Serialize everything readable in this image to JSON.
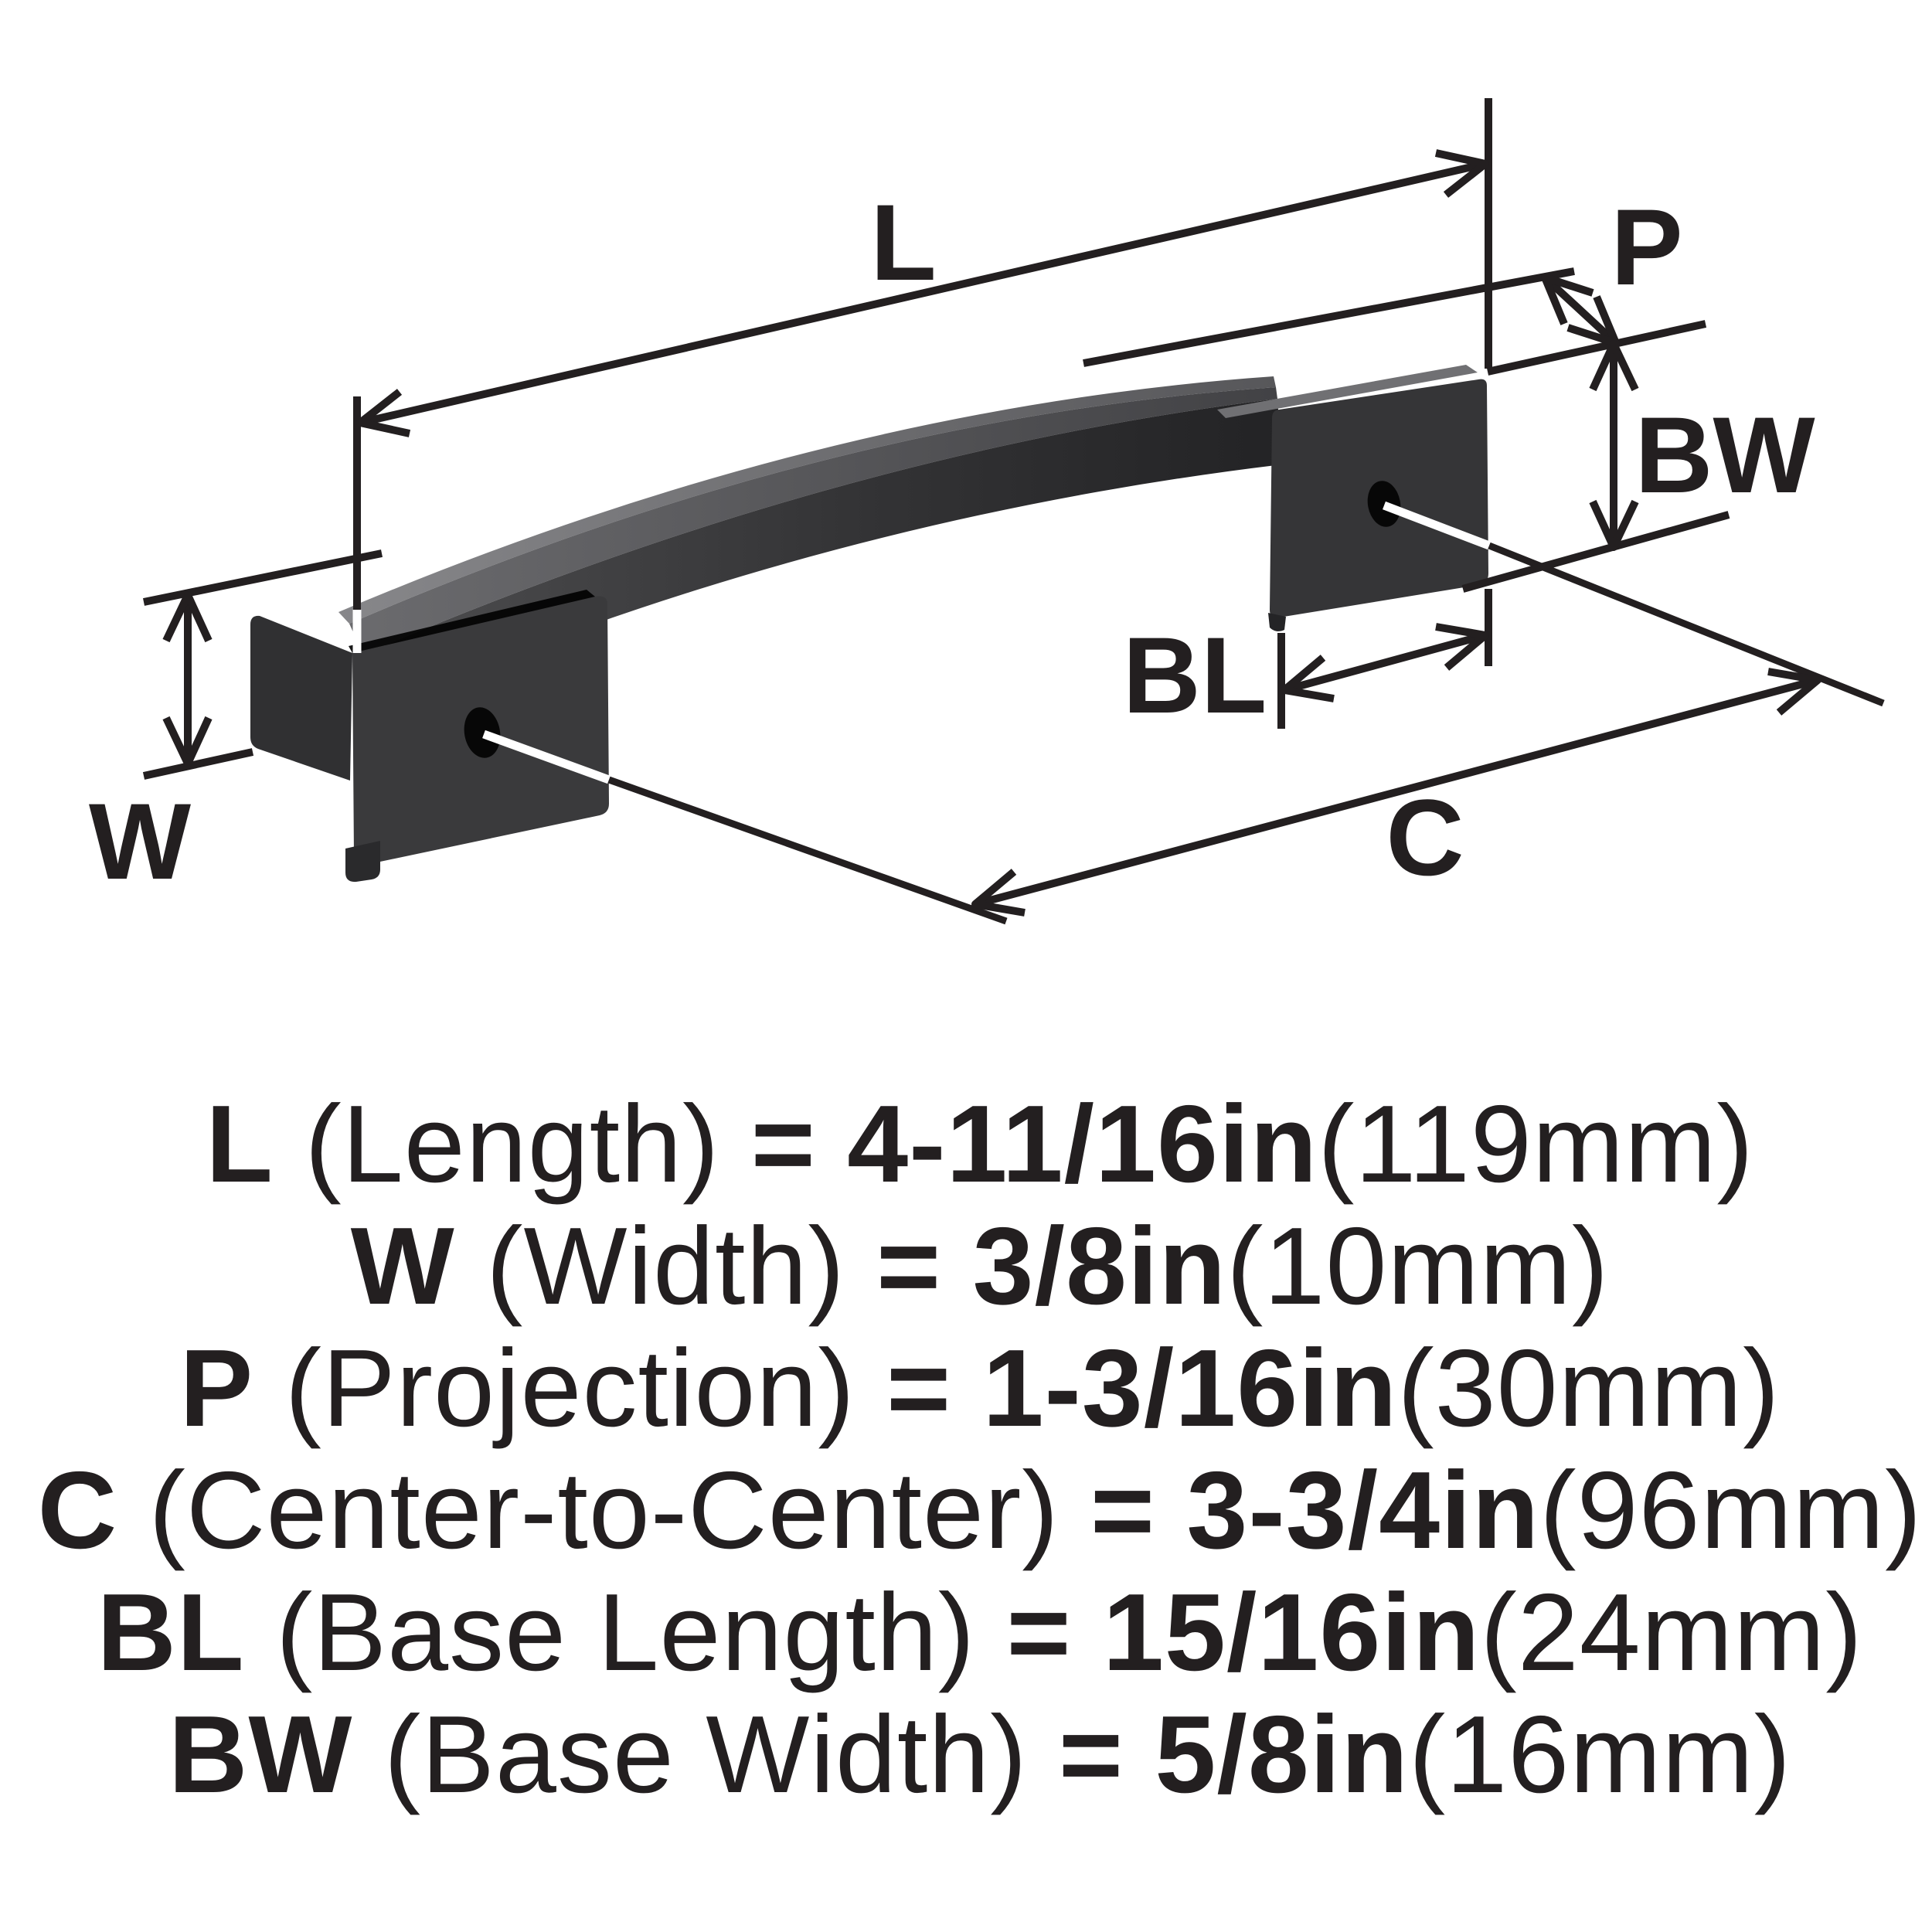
{
  "diagram": {
    "labels": {
      "length": "L",
      "projection": "P",
      "base_width": "BW",
      "base_length": "BL",
      "center_to_center": "C",
      "width": "W"
    }
  },
  "specs": [
    {
      "symbol": "L",
      "desc": "(Length)",
      "eq": "= 4-11/16in",
      "metric": "(119mm)"
    },
    {
      "symbol": "W",
      "desc": "(Width)",
      "eq": "= 3/8in",
      "metric": "(10mm)"
    },
    {
      "symbol": "P",
      "desc": "(Projection)",
      "eq": "= 1-3/16in",
      "metric": "(30mm)"
    },
    {
      "symbol": "C",
      "desc": "(Center-to-Center)",
      "eq": "= 3-3/4in",
      "metric": "(96mm)"
    },
    {
      "symbol": "BL",
      "desc": "(Base Length)",
      "eq": "= 15/16in",
      "metric": "(24mm)"
    },
    {
      "symbol": "BW",
      "desc": "(Base Width)",
      "eq": "= 5/8in",
      "metric": "(16mm)"
    }
  ],
  "colors": {
    "line": "#231f20",
    "text": "#231f20",
    "handle_front": "#2c2c2e",
    "handle_top": "#77777a",
    "background": "#ffffff"
  }
}
